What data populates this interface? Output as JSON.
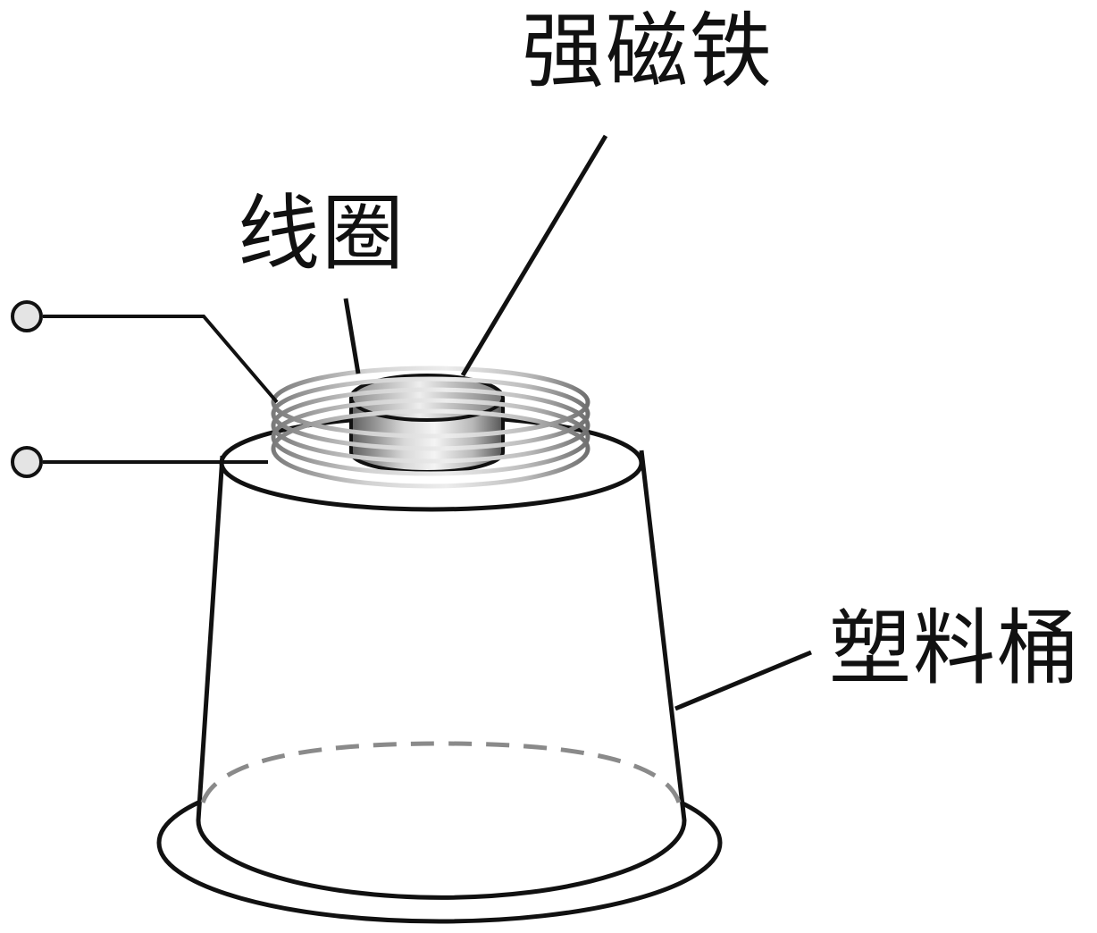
{
  "labels": {
    "magnet": "强磁铁",
    "coil": "线圈",
    "bucket": "塑料桶"
  },
  "colors": {
    "stroke": "#111111",
    "dashed_base": "#8a8a8a",
    "coil_dark": "#777777",
    "coil_light": "#eeeeee",
    "magnet_dark": "#555555",
    "magnet_light": "#f2f2f2",
    "terminal_fill": "#e4e4e4",
    "background": "#ffffff"
  }
}
